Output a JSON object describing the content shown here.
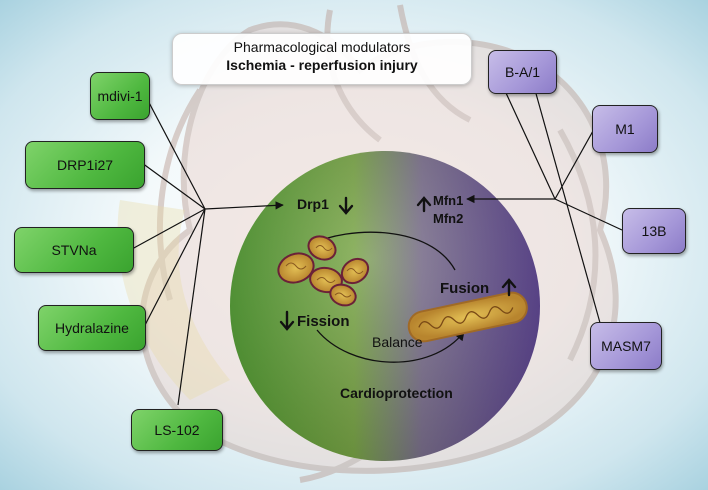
{
  "title": {
    "line1": "Pharmacological modulators",
    "line2": "Ischemia - reperfusion injury"
  },
  "inhibitors": [
    "mdivi-1",
    "DRP1i27",
    "STVNa",
    "Hydralazine",
    "LS-102"
  ],
  "activators": [
    "B-A/1",
    "M1",
    "13B",
    "MASM7"
  ],
  "center": {
    "drp1": "Drp1",
    "mfn1": "Mfn1",
    "mfn2": "Mfn2",
    "fission": "Fission",
    "fusion": "Fusion",
    "balance": "Balance",
    "cardioprotection": "Cardioprotection"
  },
  "colors": {
    "inhibitor_box": "#4fb840",
    "activator_box": "#a597d8",
    "circle_green": "#4e9a2e",
    "circle_purple": "#6a4e9e"
  }
}
